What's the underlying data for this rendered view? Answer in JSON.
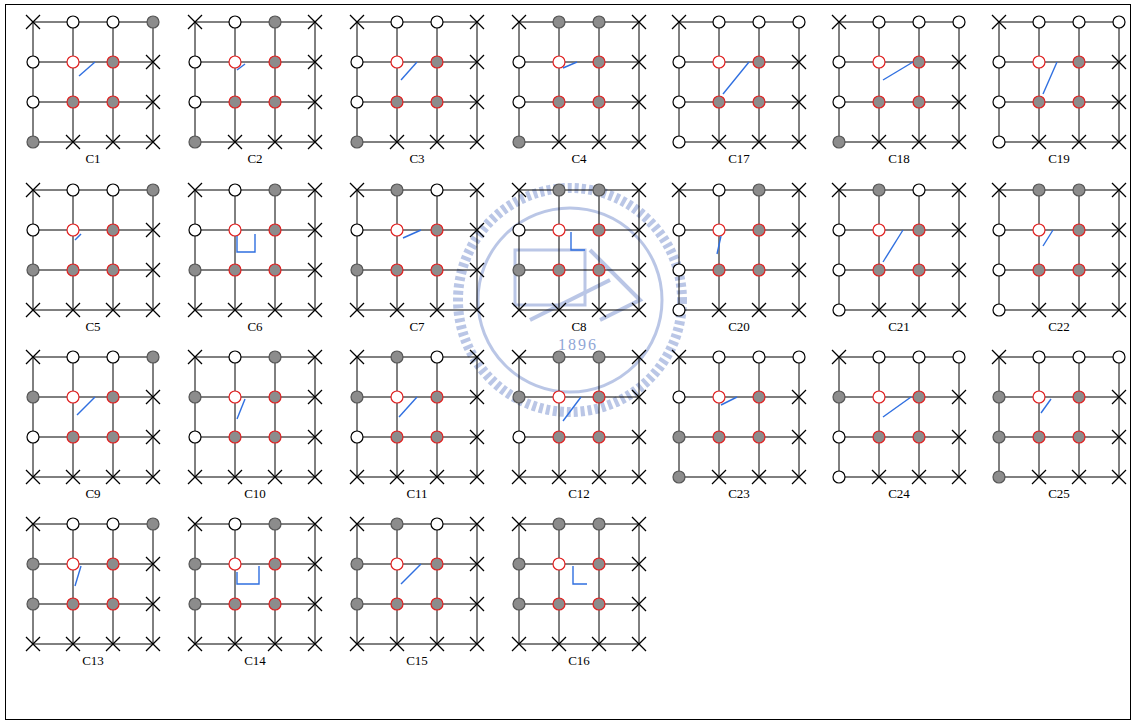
{
  "diagram": {
    "labels": [
      "C1",
      "C2",
      "C3",
      "C4",
      "C17",
      "C18",
      "C19",
      "C5",
      "C6",
      "C7",
      "C8",
      "C20",
      "C21",
      "C22",
      "C9",
      "C10",
      "C11",
      "C12",
      "C23",
      "C24",
      "C25",
      "C13",
      "C14",
      "C15",
      "C16",
      "1896"
    ]
  }
}
